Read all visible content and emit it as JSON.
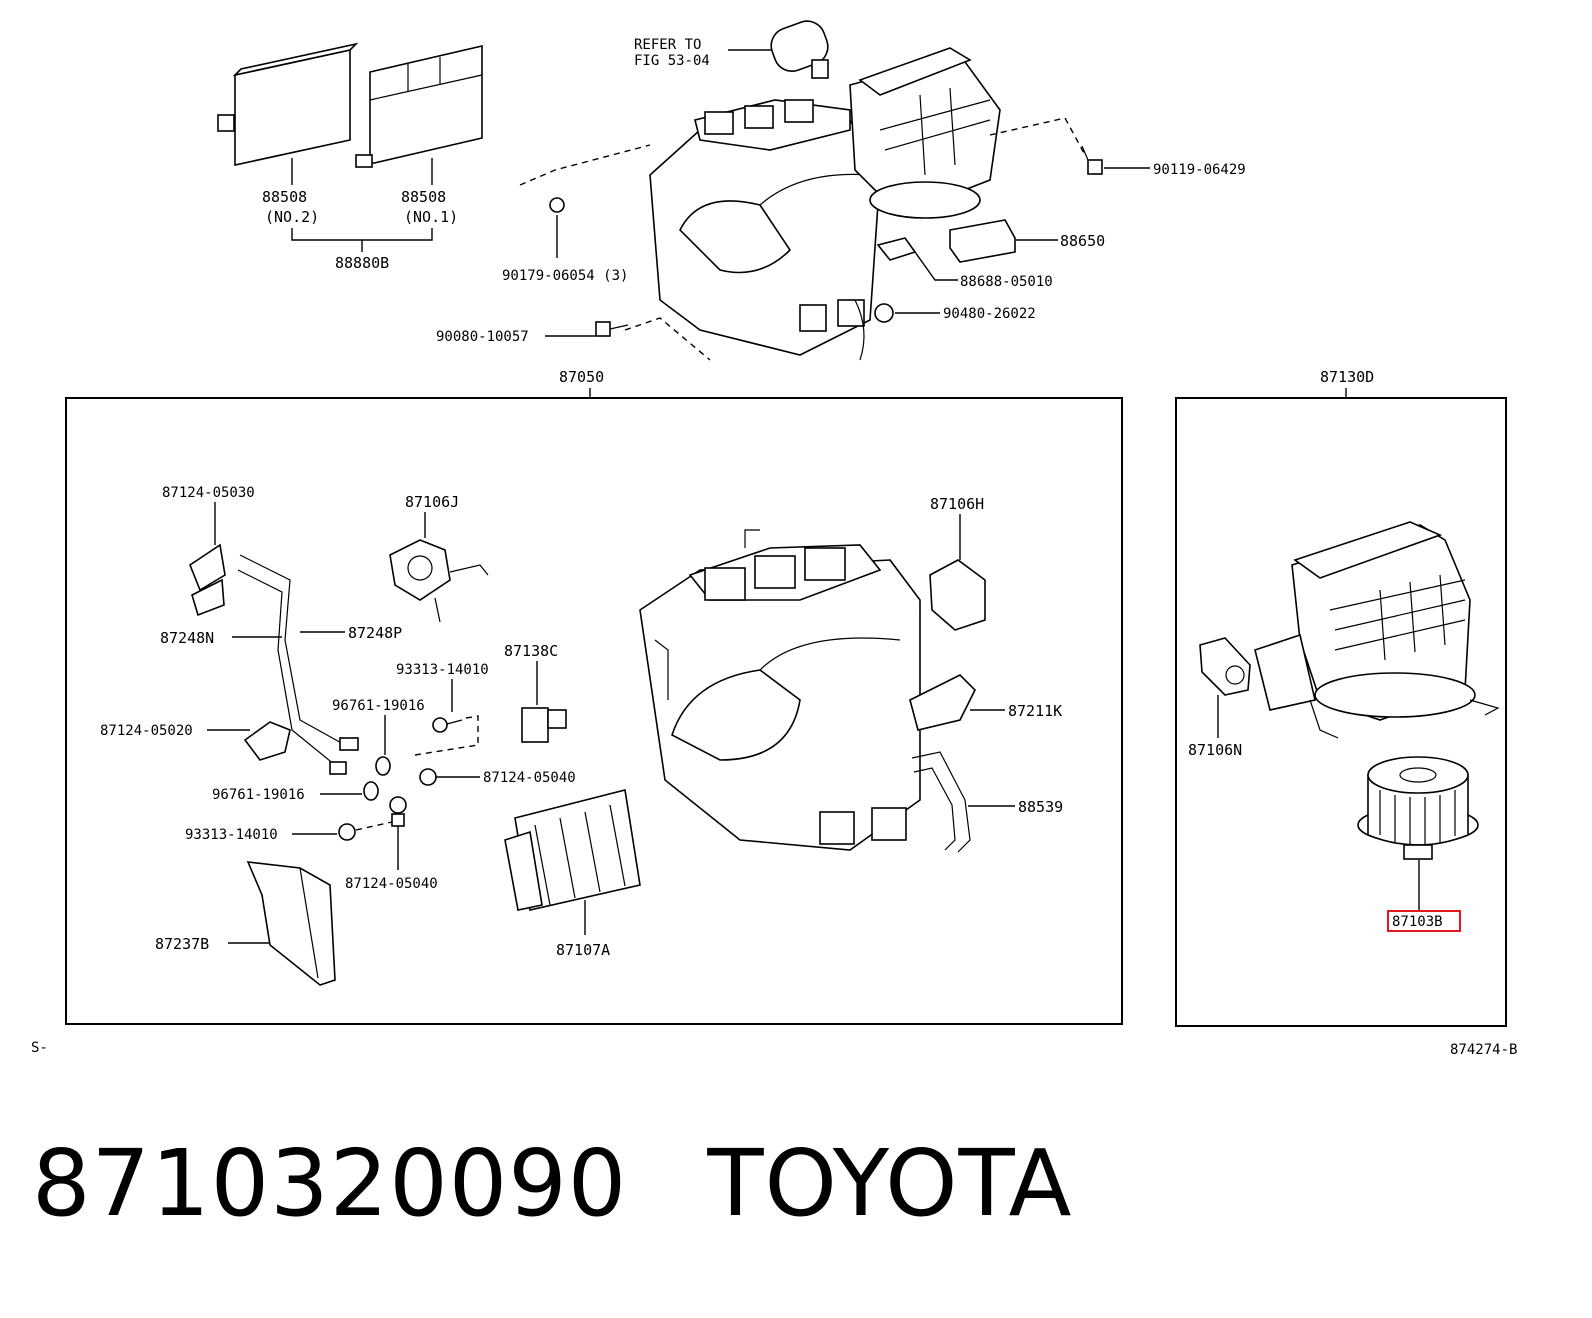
{
  "top": {
    "refer_to": "REFER TO",
    "refer_fig": "FIG 53-04",
    "filter_no2_part": "88508",
    "filter_no2_sub": "(NO.2)",
    "filter_no1_part": "88508",
    "filter_no1_sub": "(NO.1)",
    "filter_set": "88880B",
    "clip": "90179-06054 (3)",
    "screw_left": "90080-10057",
    "screw_right": "90119-06429",
    "amplifier": "88650",
    "bracket": "88688-05010",
    "grommet": "90480-26022"
  },
  "box_main": {
    "title": "87050",
    "labels": {
      "p87124_05030": "87124-05030",
      "p87106J": "87106J",
      "p87106H": "87106H",
      "p87248N": "87248N",
      "p87248P": "87248P",
      "p87138C": "87138C",
      "p93313_a": "93313-14010",
      "p96761_a": "96761-19016",
      "p87124_05020": "87124-05020",
      "p87124_05040_a": "87124-05040",
      "p96761_b": "96761-19016",
      "p93313_b": "93313-14010",
      "p87124_05040_b": "87124-05040",
      "p87237B": "87237B",
      "p87107A": "87107A",
      "p87211K": "87211K",
      "p88539": "88539"
    }
  },
  "box_blower": {
    "title": "87130D",
    "servo": "87106N",
    "motor": "87103B",
    "highlight_color": "#e0191f"
  },
  "footer": {
    "left_code": "S-",
    "right_code": "874274-B"
  },
  "caption": {
    "part_number": "8710320090",
    "brand": "TOYOTA"
  }
}
